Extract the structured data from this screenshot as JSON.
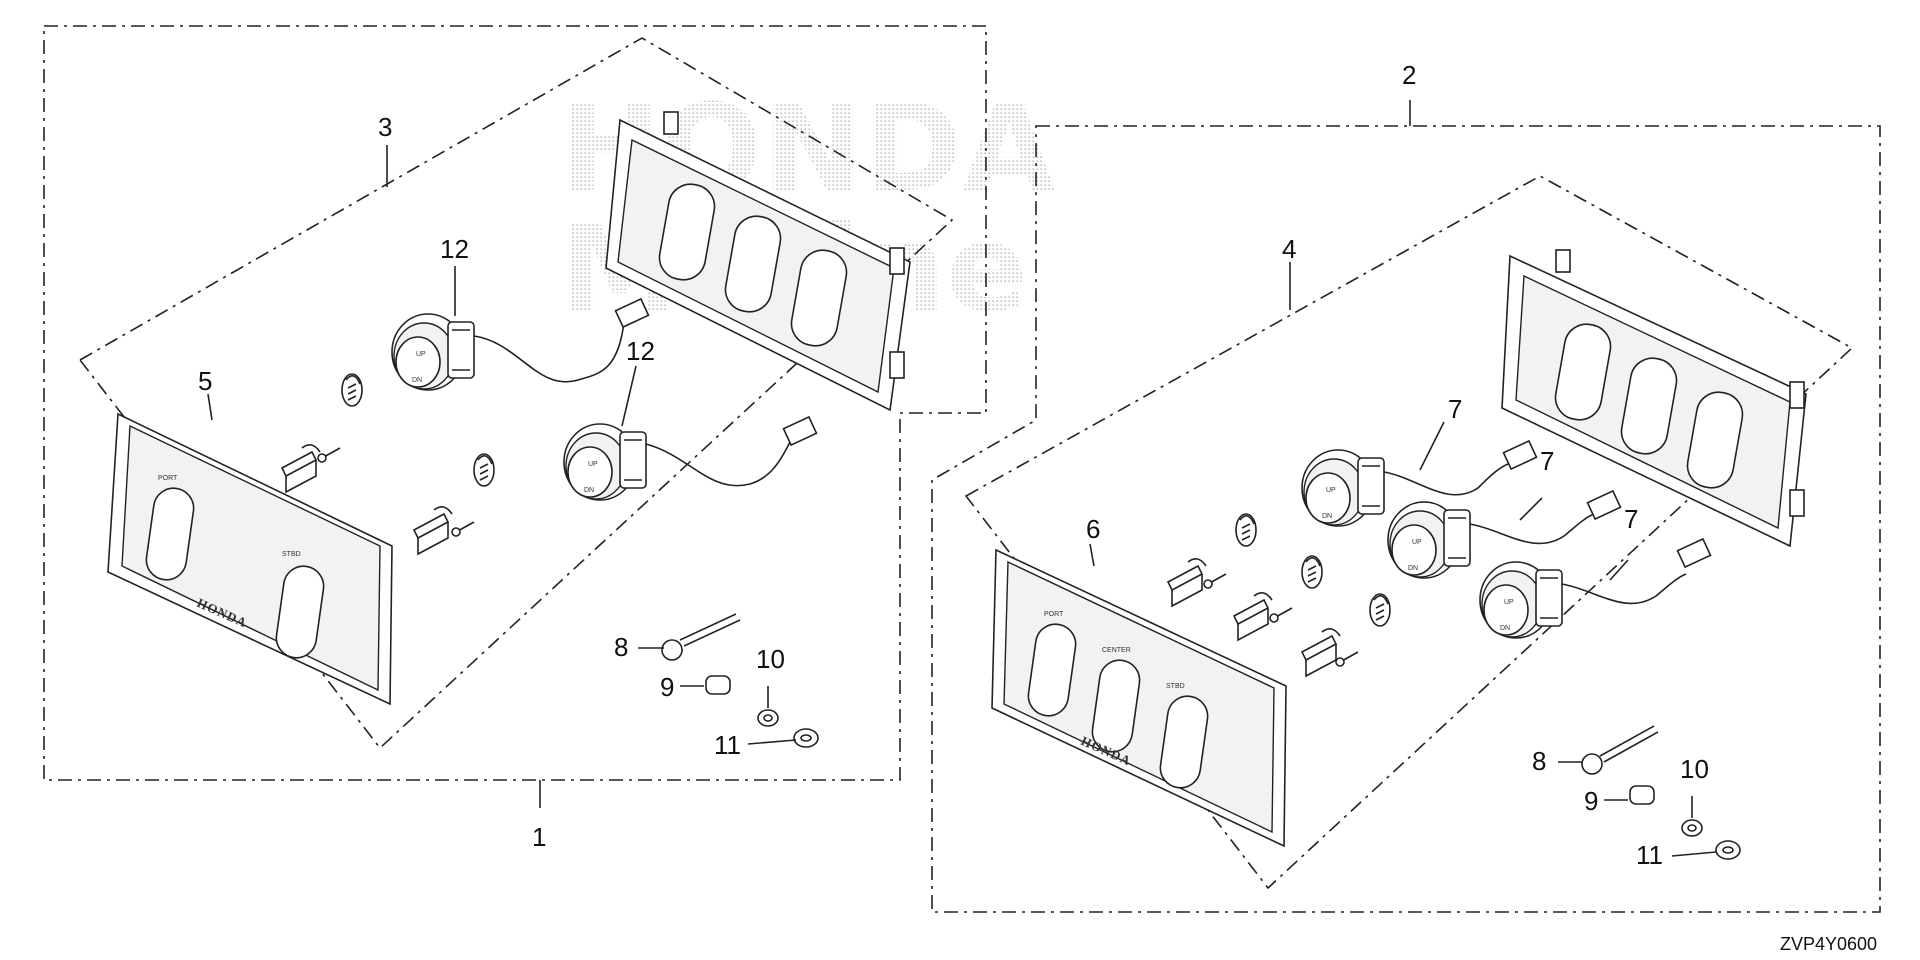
{
  "diagram": {
    "watermark": [
      "HONDA",
      "Marine"
    ],
    "callouts": {
      "c1": "1",
      "c2": "2",
      "c3": "3",
      "c4": "4",
      "c5": "5",
      "c6": "6",
      "c7a": "7",
      "c7b": "7",
      "c7c": "7",
      "c8a": "8",
      "c8b": "8",
      "c9a": "9",
      "c9b": "9",
      "c10a": "10",
      "c10b": "10",
      "c11a": "11",
      "c11b": "11",
      "c12a": "12",
      "c12b": "12"
    },
    "panel_labels": {
      "left_port": "PORT",
      "left_stbd": "STBD",
      "right_port": "PORT",
      "right_center": "CENTER",
      "right_stbd": "STBD"
    },
    "brand_marks": {
      "left": "HONDA",
      "right": "HONDA"
    },
    "switch_marks": {
      "up": "UP",
      "dn": "DN"
    },
    "diagram_code": "ZVP4Y0600"
  }
}
